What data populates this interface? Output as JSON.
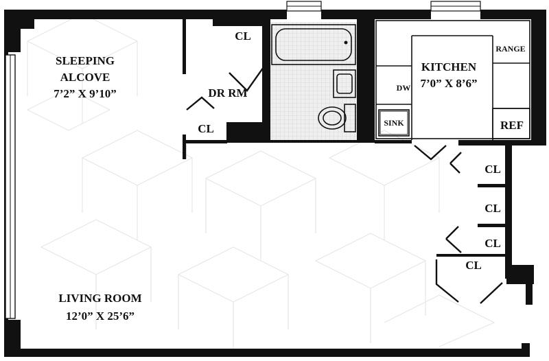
{
  "floorplan": {
    "rooms": {
      "sleeping_alcove": {
        "name_line1": "SLEEPING",
        "name_line2": "ALCOVE",
        "dimensions": "7’2” X 9’10”"
      },
      "dressing_room": {
        "name": "DR RM"
      },
      "kitchen": {
        "name": "KITCHEN",
        "dimensions": "7’0” X 8’6”"
      },
      "living_room": {
        "name": "LIVING ROOM",
        "dimensions": "12’0” X 25’6”"
      }
    },
    "closets": {
      "alcove_closet": "CL",
      "dr_rm_closet": "CL",
      "hall_closet_1": "CL",
      "hall_closet_2": "CL",
      "hall_closet_3": "CL",
      "entry_closet": "CL"
    },
    "fixtures": {
      "range": "RANGE",
      "dishwasher": "DW",
      "sink": "SINK",
      "refrigerator": "REF"
    }
  }
}
